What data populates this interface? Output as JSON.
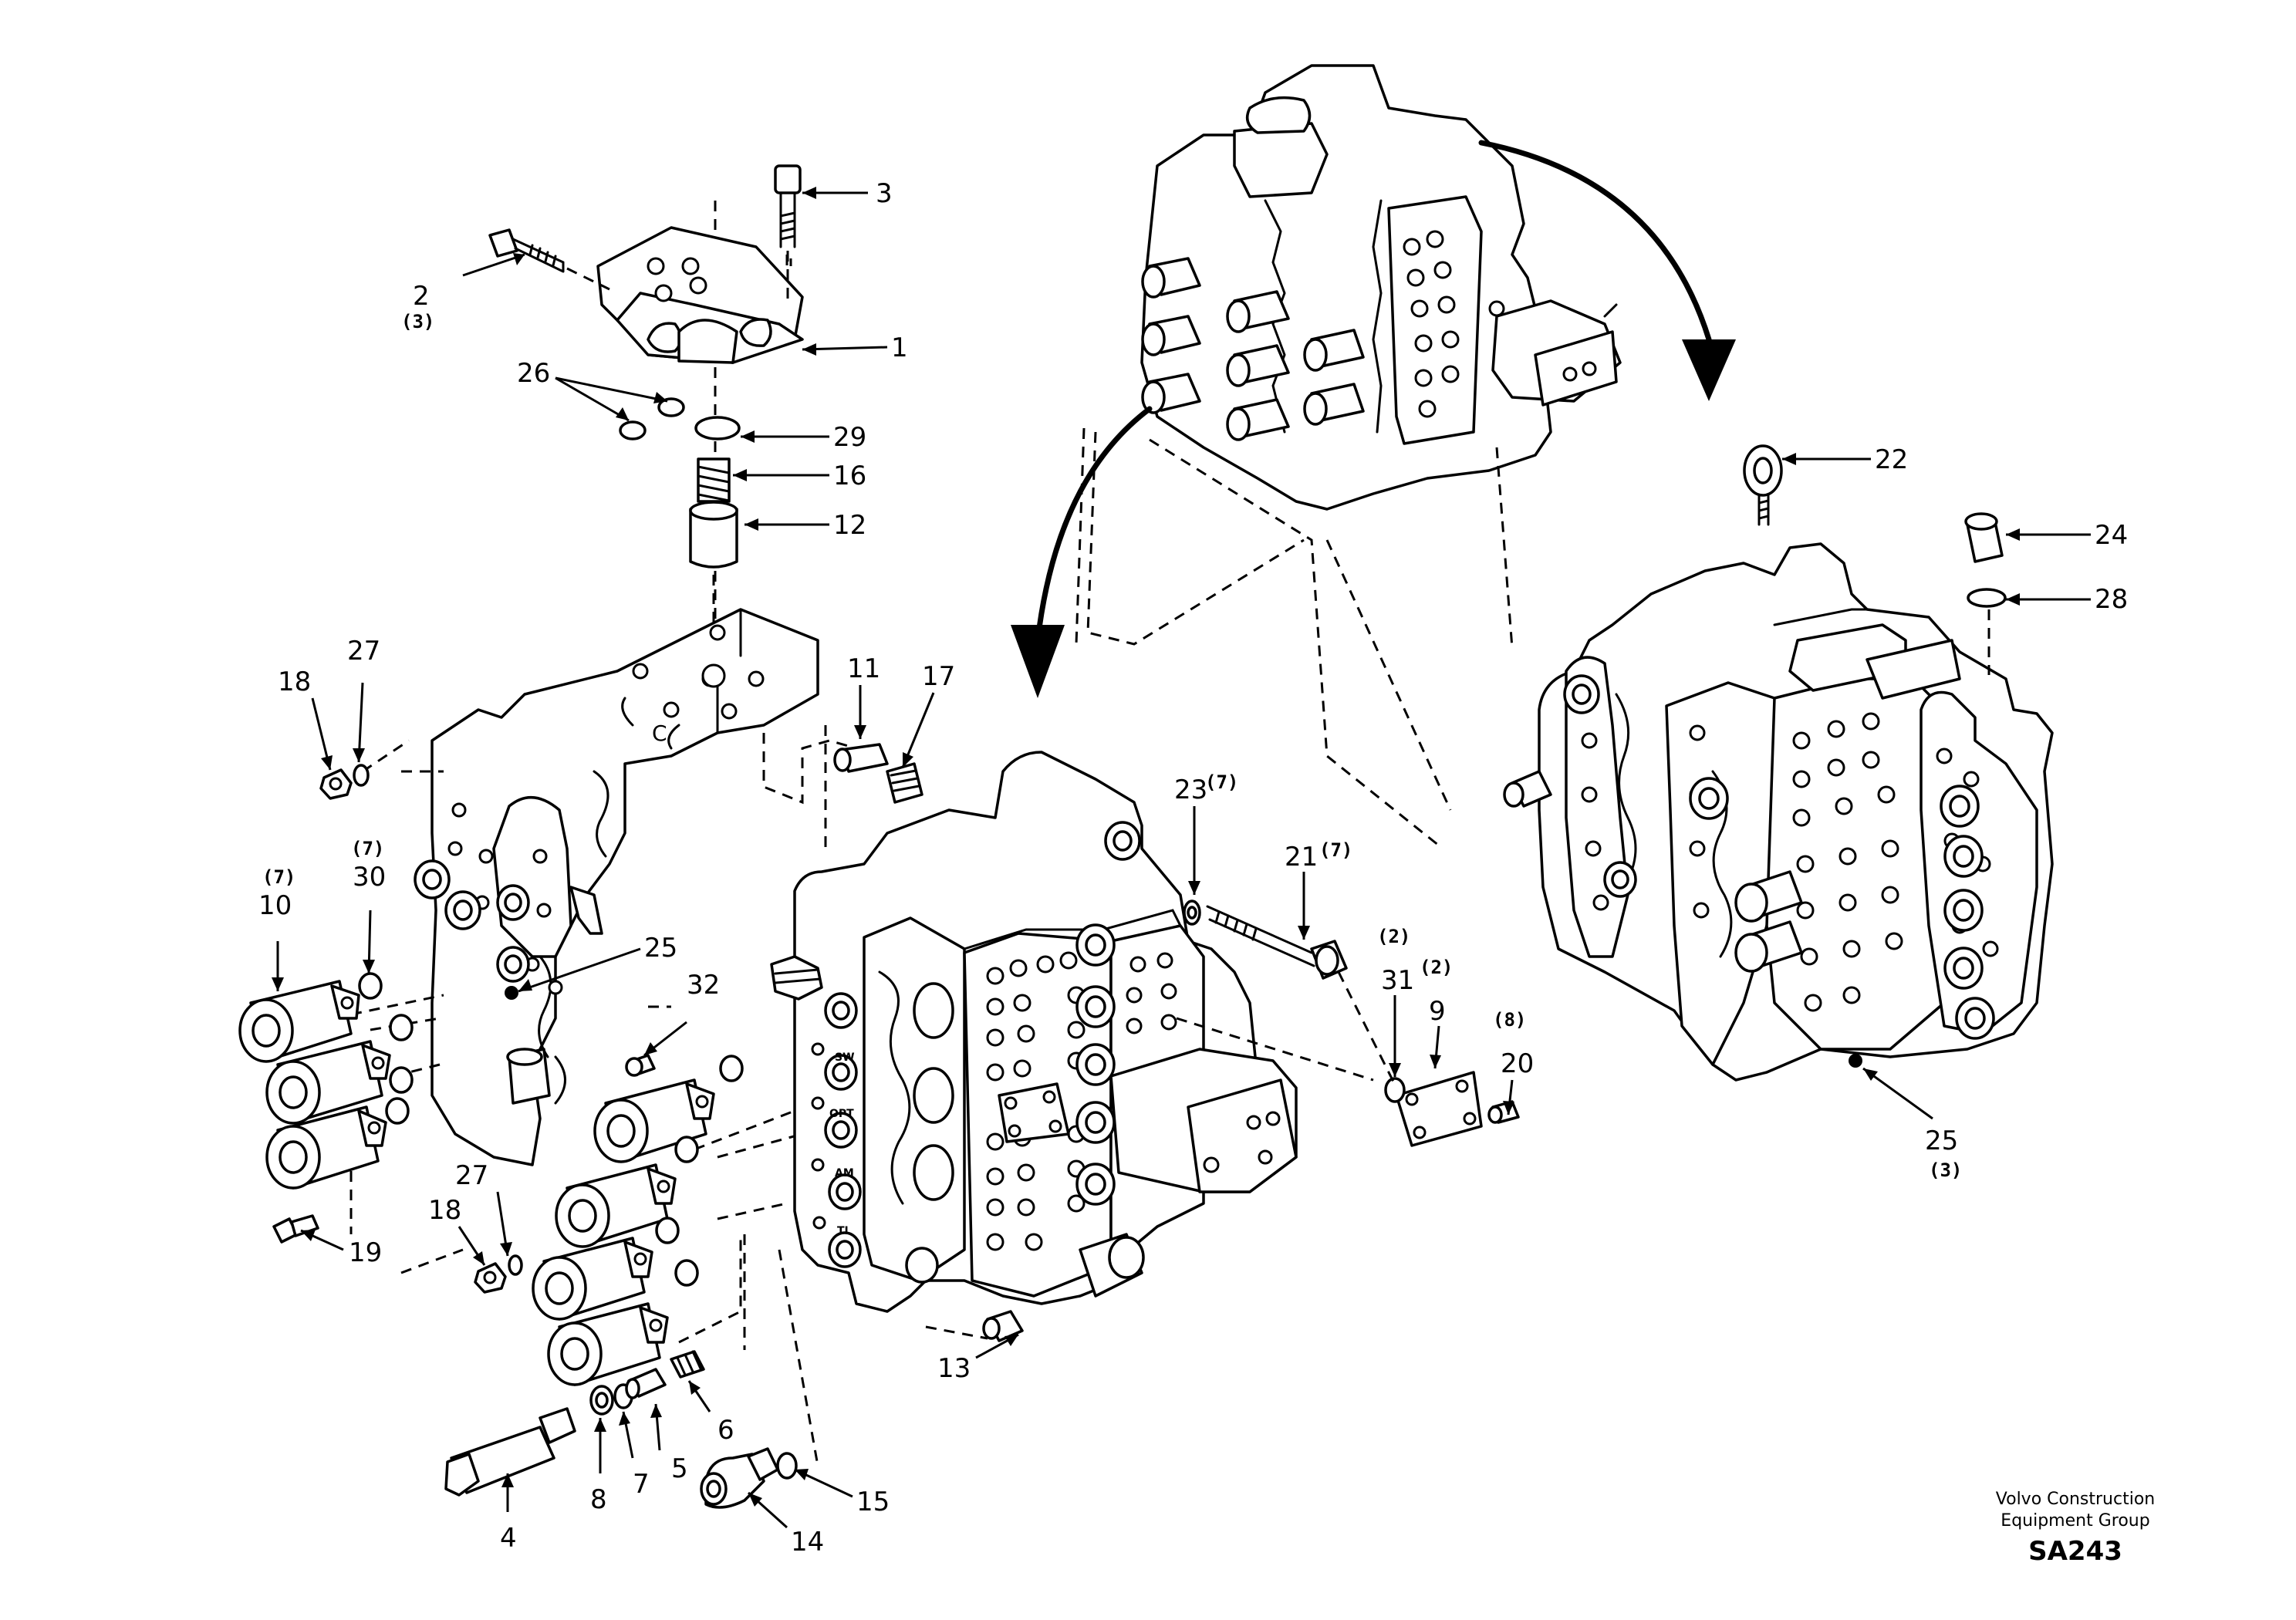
{
  "callouts": [
    {
      "num": "1"
    },
    {
      "num": "2",
      "qty": "(3)"
    },
    {
      "num": "3"
    },
    {
      "num": "4"
    },
    {
      "num": "5"
    },
    {
      "num": "6"
    },
    {
      "num": "7"
    },
    {
      "num": "8"
    },
    {
      "num": "9",
      "qty": "(2)"
    },
    {
      "num": "10",
      "qty": "(7)"
    },
    {
      "num": "11"
    },
    {
      "num": "12"
    },
    {
      "num": "13"
    },
    {
      "num": "14"
    },
    {
      "num": "15"
    },
    {
      "num": "16"
    },
    {
      "num": "17"
    },
    {
      "num": "18"
    },
    {
      "num": "18"
    },
    {
      "num": "19"
    },
    {
      "num": "20",
      "qty": "(8)"
    },
    {
      "num": "21",
      "qty": "(7)"
    },
    {
      "num": "22"
    },
    {
      "num": "23",
      "qty": "(7)"
    },
    {
      "num": "24"
    },
    {
      "num": "25"
    },
    {
      "num": "25",
      "qty": "(3)"
    },
    {
      "num": "26"
    },
    {
      "num": "27"
    },
    {
      "num": "27"
    },
    {
      "num": "28"
    },
    {
      "num": "29"
    },
    {
      "num": "30",
      "qty": "(7)"
    },
    {
      "num": "31",
      "qty": "(2)"
    },
    {
      "num": "32"
    }
  ],
  "port_labels": [
    "SW",
    "OPT",
    "AM",
    "TL"
  ],
  "footer": {
    "company_line1": "Volvo Construction",
    "company_line2": "Equipment Group",
    "code": "SA243"
  }
}
